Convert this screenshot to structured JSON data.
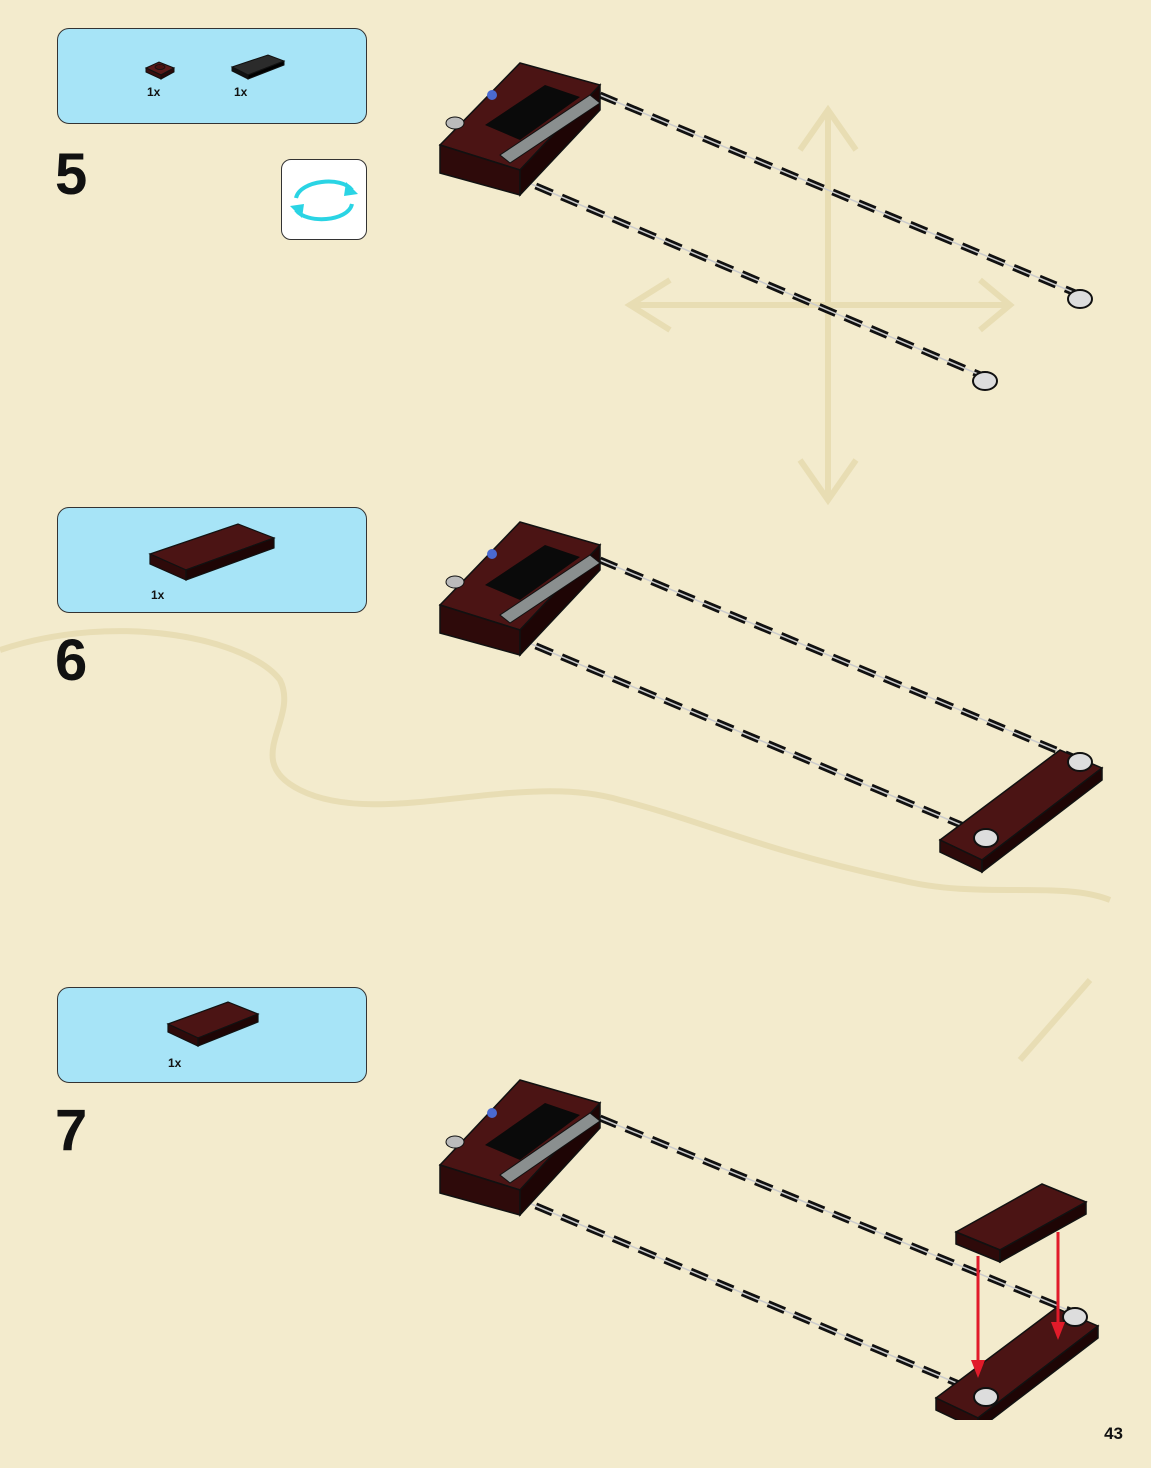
{
  "page_number": "43",
  "colors": {
    "background": "#f3ebcd",
    "callout": "#a7e4f7",
    "brick": "#4b1414",
    "arrow": "#e11b2a",
    "rotate_arrow": "#2ad4e4"
  },
  "steps": [
    {
      "number": "5",
      "parts": [
        {
          "qty": "1x"
        },
        {
          "qty": "1x"
        }
      ],
      "icons": [
        "rotate-model-icon"
      ]
    },
    {
      "number": "6",
      "parts": [
        {
          "qty": "1x"
        }
      ]
    },
    {
      "number": "7",
      "parts": [
        {
          "qty": "1x"
        }
      ]
    }
  ]
}
